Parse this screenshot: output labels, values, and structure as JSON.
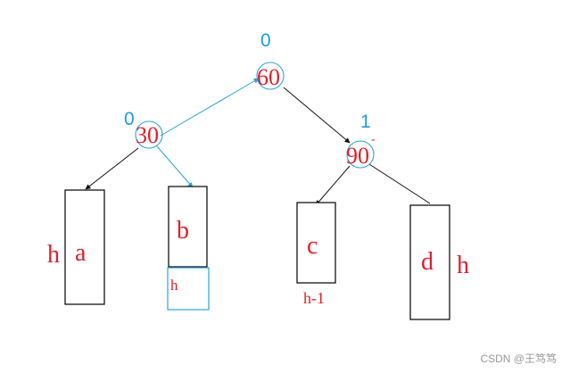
{
  "nodes": {
    "n60": {
      "key": "60",
      "balance": "0"
    },
    "n30": {
      "key": "30",
      "balance": "0"
    },
    "n90": {
      "key": "90",
      "balance": "1",
      "mark": "-"
    }
  },
  "subtrees": {
    "a": {
      "label": "a",
      "height": "h"
    },
    "b": {
      "label": "b",
      "extra": "h"
    },
    "c": {
      "label": "c",
      "height": "h-1"
    },
    "d": {
      "label": "d",
      "height": "h"
    }
  },
  "watermark": "CSDN @王笃笃",
  "colors": {
    "red": "#e0202a",
    "blue": "#1aa0d8",
    "line": "#2aa3d6"
  }
}
